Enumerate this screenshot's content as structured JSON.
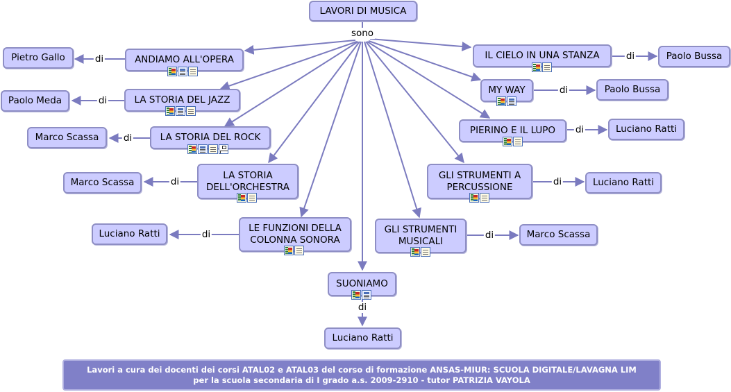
{
  "title": "LAVORI DI MUSICA",
  "link_sono": "sono",
  "link_di": "di",
  "nodes": {
    "opera": "ANDIAMO ALL'OPERA",
    "jazz": "LA STORIA DEL JAZZ",
    "rock": "LA STORIA DEL ROCK",
    "orch1": "LA STORIA",
    "orch2": "DELL'ORCHESTRA",
    "funz1": "LE FUNZIONI DELLA",
    "funz2": "COLONNA SONORA",
    "suoniamo": "SUONIAMO",
    "strum1": "GLI STRUMENTI",
    "strum2": "MUSICALI",
    "perc1": "GLI STRUMENTI A",
    "perc2": "PERCUSSIONE",
    "pierino": "PIERINO E IL LUPO",
    "myway": "MY WAY",
    "cielo": "IL CIELO IN UNA STANZA"
  },
  "authors": {
    "pietro_gallo": "Pietro Gallo",
    "paolo_meda": "Paolo Meda",
    "marco_scassa_rock": "Marco Scassa",
    "marco_scassa_orch": "Marco Scassa",
    "luciano_ratti_funz": "Luciano Ratti",
    "luciano_ratti_suon": "Luciano Ratti",
    "marco_scassa_strum": "Marco Scassa",
    "luciano_ratti_perc": "Luciano Ratti",
    "luciano_ratti_pier": "Luciano Ratti",
    "paolo_bussa_myway": "Paolo Bussa",
    "paolo_bussa_cielo": "Paolo Bussa"
  },
  "resource_icons": {
    "opera": [
      "image-resource-icon",
      "web-resource-icon",
      "document-resource-icon"
    ],
    "jazz": [
      "image-resource-icon",
      "web-resource-icon",
      "document-resource-icon"
    ],
    "rock": [
      "image-resource-icon",
      "web-resource-icon",
      "document-resource-icon",
      "concept-map-icon"
    ],
    "orch": [
      "image-resource-icon",
      "document-resource-icon"
    ],
    "funz": [
      "image-resource-icon",
      "document-resource-icon"
    ],
    "suoniamo": [
      "image-resource-icon",
      "web-resource-icon"
    ],
    "strum": [
      "image-resource-icon",
      "document-resource-icon"
    ],
    "perc": [
      "image-resource-icon",
      "document-resource-icon"
    ],
    "pierino": [
      "image-resource-icon",
      "document-resource-icon"
    ],
    "myway": [
      "image-resource-icon",
      "web-resource-icon"
    ],
    "cielo": [
      "image-resource-icon",
      "document-resource-icon"
    ]
  },
  "footer": {
    "line1": "Lavori a cura dei docenti dei corsi ATAL02 e ATAL03 del corso di formazione ANSAS-MIUR: SCUOLA DIGITALE/LAVAGNA LIM",
    "line2": "per la scuola secondaria di I grado a.s. 2009-2910 - tutor PATRIZIA VAYOLA"
  },
  "colors": {
    "node_fill": "#ccccff",
    "node_border": "#8e8ec4",
    "connector": "#7b7bbf",
    "footer_fill": "#8080c8"
  }
}
